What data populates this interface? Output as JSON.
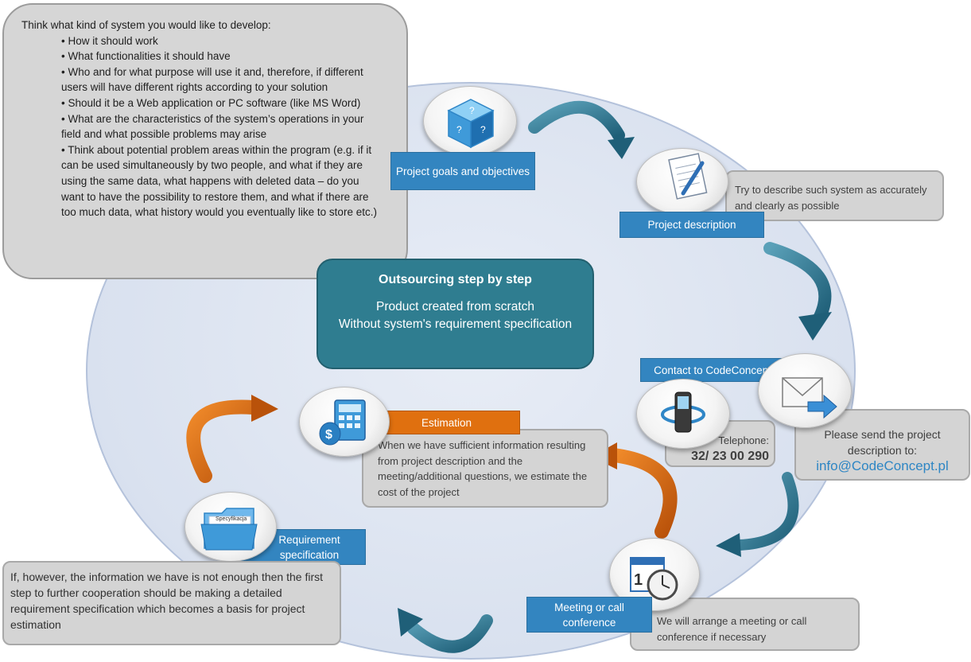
{
  "center": {
    "title": "Outsourcing  step by step",
    "line1": "Product created from scratch",
    "line2": "Without system's requirement specification"
  },
  "top_box": {
    "intro": "Think what kind of system you would like to develop:",
    "items": [
      "How it should work",
      "What functionalities it should have",
      "Who and for what purpose will use it and, therefore, if different users will have different rights according to your solution",
      "Should it be a Web application or PC software (like MS Word)",
      "What are the characteristics of the system’s operations in your field and what possible problems may arise",
      "Think about potential problem areas within the program (e.g. if it can be used simultaneously by two people, and what if they are using the same data, what happens with deleted data – do you want to have the possibility to restore them, and what if there are too much data, what history would you eventually like to store etc.)"
    ]
  },
  "steps": {
    "goals": {
      "label": "Project goals and objectives"
    },
    "description": {
      "label": "Project description",
      "note": "Try to describe such system as accurately and clearly as possible"
    },
    "contact": {
      "label": "Contact to CodeConcept",
      "phone_label": "Telephone:",
      "phone_number": "32/ 23 00 290",
      "email_text": "Please send the project description to:",
      "email": "info@CodeConcept.pl"
    },
    "meeting": {
      "label": "Meeting or call conference",
      "note": "We will arrange a meeting or call conference if necessary"
    },
    "estimation": {
      "label": "Estimation",
      "note": "When we have sufficient information resulting from project description and the meeting/additional questions, we estimate the cost of the project"
    },
    "requirement": {
      "label": "Requirement specification",
      "note": "If, however, the information we have is not enough then the first step to further cooperation should be making a detailed requirement specification which becomes a basis for project estimation"
    }
  },
  "icon_text": {
    "folder": "Specyfikacja"
  },
  "colors": {
    "blue_label": "#3385c0",
    "teal_center": "#2f7d90",
    "orange": "#e0700f",
    "teal_arrow": "#2e6f84",
    "orange_arrow": "#d9650c"
  }
}
